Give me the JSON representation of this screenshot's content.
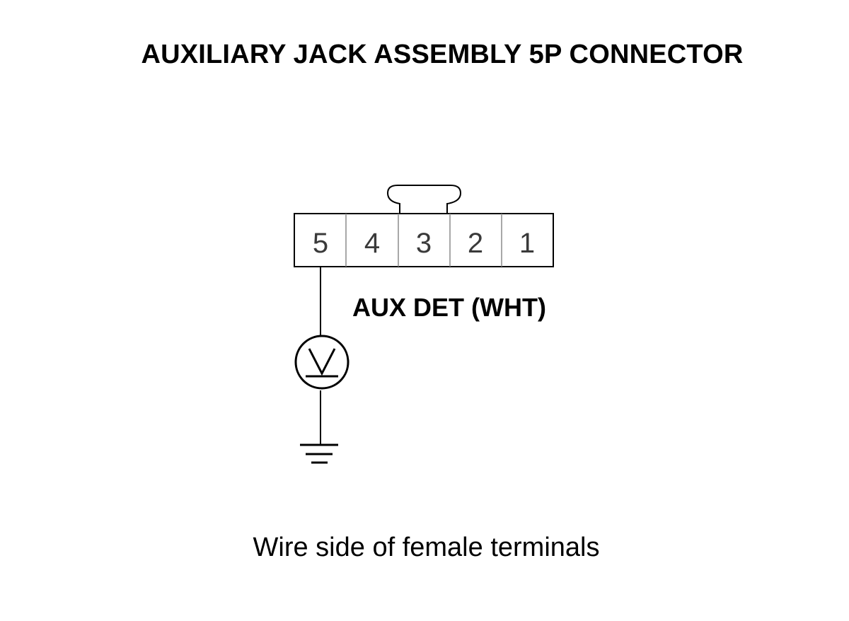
{
  "title": "AUXILIARY JACK ASSEMBLY 5P CONNECTOR",
  "connector": {
    "pins": [
      "5",
      "4",
      "3",
      "2",
      "1"
    ],
    "wire_label": "AUX DET (WHT)",
    "meter_icon": "voltmeter-icon",
    "ground_icon": "ground-icon"
  },
  "caption": "Wire side of female terminals"
}
